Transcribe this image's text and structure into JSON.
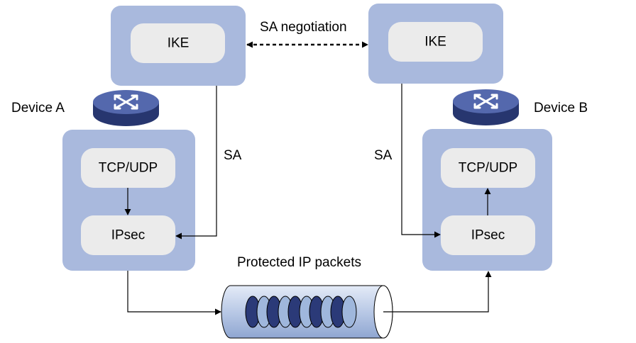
{
  "labels": {
    "sa_negotiation": "SA negotiation",
    "device_a": "Device A",
    "device_b": "Device B",
    "sa_left": "SA",
    "sa_right": "SA",
    "protected_packets": "Protected IP packets"
  },
  "device_a": {
    "ike": "IKE",
    "tcp_udp": "TCP/UDP",
    "ipsec": "IPsec"
  },
  "device_b": {
    "ike": "IKE",
    "tcp_udp": "TCP/UDP",
    "ipsec": "IPsec"
  },
  "colors": {
    "panel": "#a9b9dd",
    "box": "#ebebeb",
    "router_top": "#4e63a8",
    "router_side": "#2e3f7e",
    "tunnel": "#c2d0ea",
    "packet_dark": "#2b3a78",
    "packet_light": "#9fb7dc"
  }
}
